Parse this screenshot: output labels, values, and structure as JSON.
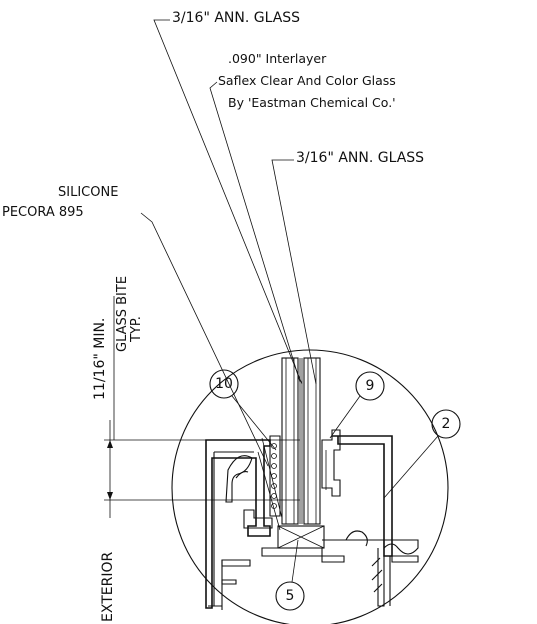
{
  "labels": {
    "outer_glass": "3/16\" ANN. GLASS",
    "interlayer_line1": ".090\" Interlayer",
    "interlayer_line2": "Saflex Clear And Color Glass",
    "interlayer_line3": "By 'Eastman Chemical Co.'",
    "inner_glass": "3/16\" ANN. GLASS",
    "silicone_line1": "SILICONE",
    "silicone_line2": "PECORA 895",
    "bite_dim": "11/16\" MIN.",
    "bite_label_line1": "GLASS BITE",
    "bite_label_line2": "TYP.",
    "exterior": "EXTERIOR"
  },
  "callouts": {
    "c10": "10",
    "c9": "9",
    "c2": "2",
    "c5": "5"
  }
}
